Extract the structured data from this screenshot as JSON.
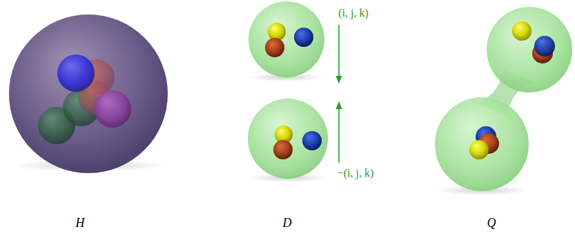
{
  "diagram": {
    "labels": [
      "(i, j, k)",
      "−(i, j, k)",
      "H",
      "D",
      "Q"
    ]
  }
}
